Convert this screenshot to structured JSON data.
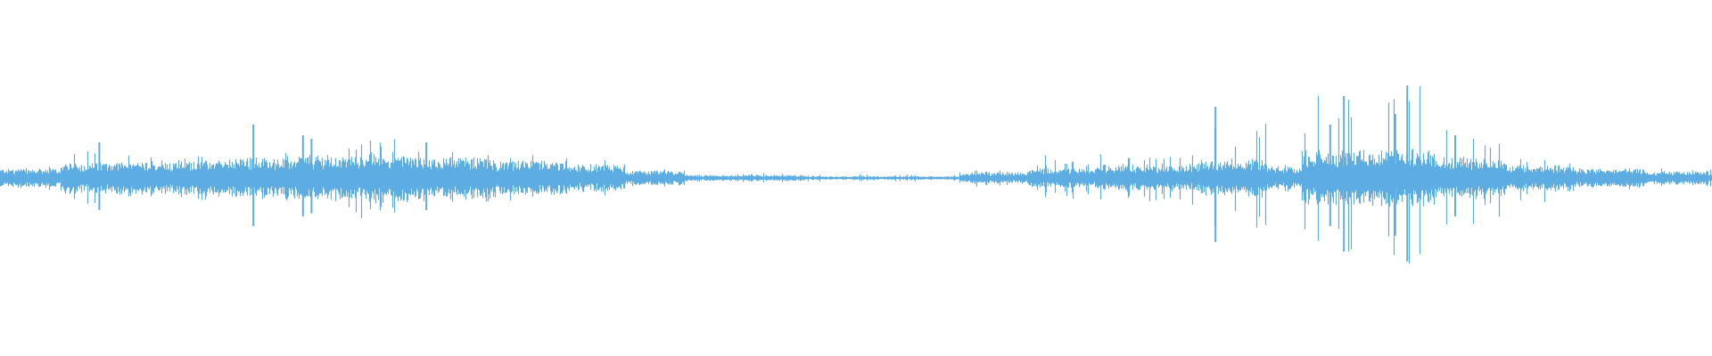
{
  "waveform": {
    "color": "#5DADE2",
    "background": "#FFFFFF",
    "segments": [
      {
        "t0": 0.0,
        "t1": 0.035,
        "amp": 0.05,
        "peak": 0.07
      },
      {
        "t0": 0.035,
        "t1": 0.06,
        "amp": 0.08,
        "peak": 0.18
      },
      {
        "t0": 0.06,
        "t1": 0.1,
        "amp": 0.09,
        "peak": 0.12
      },
      {
        "t0": 0.1,
        "t1": 0.14,
        "amp": 0.1,
        "peak": 0.13
      },
      {
        "t0": 0.14,
        "t1": 0.175,
        "amp": 0.11,
        "peak": 0.14
      },
      {
        "t0": 0.175,
        "t1": 0.21,
        "amp": 0.12,
        "peak": 0.2
      },
      {
        "t0": 0.21,
        "t1": 0.25,
        "amp": 0.13,
        "peak": 0.23
      },
      {
        "t0": 0.25,
        "t1": 0.29,
        "amp": 0.11,
        "peak": 0.16
      },
      {
        "t0": 0.29,
        "t1": 0.33,
        "amp": 0.09,
        "peak": 0.14
      },
      {
        "t0": 0.33,
        "t1": 0.365,
        "amp": 0.07,
        "peak": 0.1
      },
      {
        "t0": 0.365,
        "t1": 0.4,
        "amp": 0.04,
        "peak": 0.05
      },
      {
        "t0": 0.4,
        "t1": 0.47,
        "amp": 0.015,
        "peak": 0.025
      },
      {
        "t0": 0.47,
        "t1": 0.56,
        "amp": 0.01,
        "peak": 0.02
      },
      {
        "t0": 0.56,
        "t1": 0.6,
        "amp": 0.03,
        "peak": 0.05
      },
      {
        "t0": 0.6,
        "t1": 0.64,
        "amp": 0.05,
        "peak": 0.12
      },
      {
        "t0": 0.64,
        "t1": 0.7,
        "amp": 0.07,
        "peak": 0.14
      },
      {
        "t0": 0.7,
        "t1": 0.74,
        "amp": 0.1,
        "peak": 0.3
      },
      {
        "t0": 0.74,
        "t1": 0.76,
        "amp": 0.06,
        "peak": 0.1
      },
      {
        "t0": 0.76,
        "t1": 0.8,
        "amp": 0.14,
        "peak": 0.45
      },
      {
        "t0": 0.8,
        "t1": 0.84,
        "amp": 0.15,
        "peak": 0.5
      },
      {
        "t0": 0.84,
        "t1": 0.88,
        "amp": 0.11,
        "peak": 0.26
      },
      {
        "t0": 0.88,
        "t1": 0.92,
        "amp": 0.07,
        "peak": 0.12
      },
      {
        "t0": 0.92,
        "t1": 0.96,
        "amp": 0.05,
        "peak": 0.07
      },
      {
        "t0": 0.96,
        "t1": 1.0,
        "amp": 0.035,
        "peak": 0.05
      }
    ],
    "spikes": [
      {
        "t": 0.058,
        "amp": 0.2
      },
      {
        "t": 0.148,
        "amp": 0.3
      },
      {
        "t": 0.177,
        "amp": 0.24
      },
      {
        "t": 0.182,
        "amp": 0.22
      },
      {
        "t": 0.249,
        "amp": 0.2
      },
      {
        "t": 0.71,
        "amp": 0.4
      },
      {
        "t": 0.785,
        "amp": 0.46
      },
      {
        "t": 0.822,
        "amp": 0.52
      },
      {
        "t": 0.815,
        "amp": 0.36
      },
      {
        "t": 0.85,
        "amp": 0.24
      },
      {
        "t": 0.777,
        "amp": 0.3
      }
    ]
  }
}
